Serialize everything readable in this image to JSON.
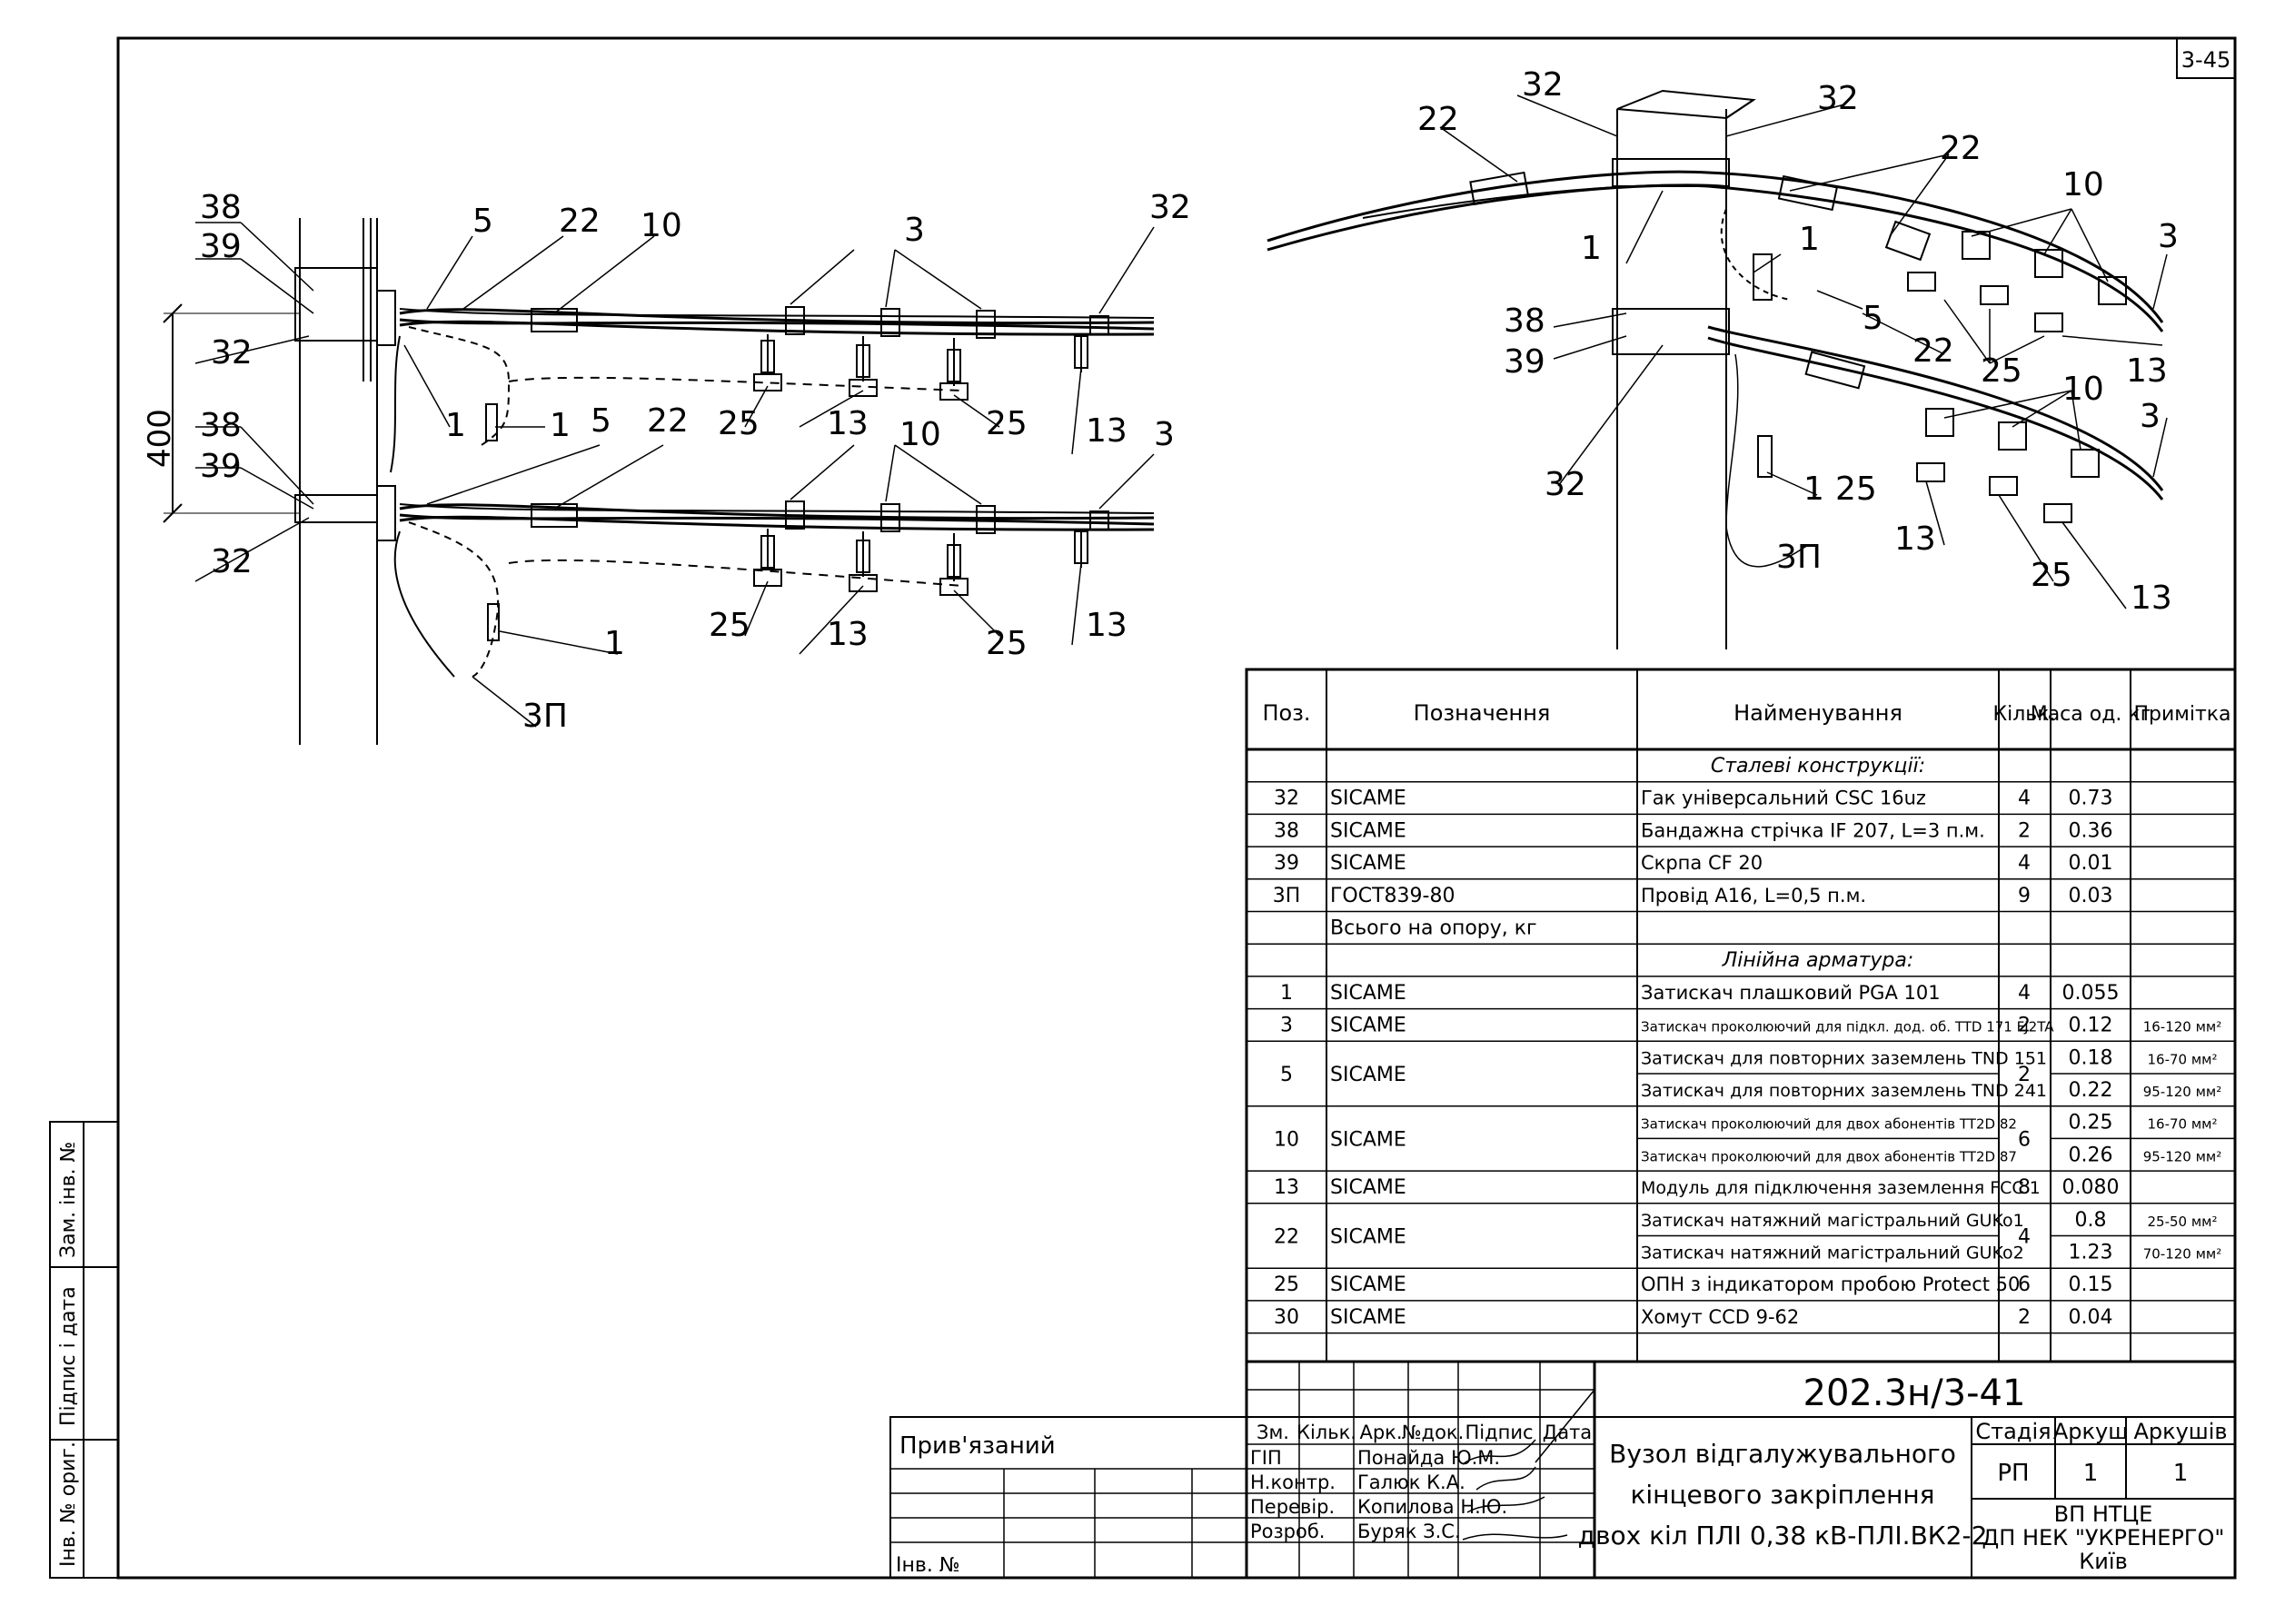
{
  "sheet_number": "3-45",
  "side_labels": [
    "Інв. № ориг.",
    "Підпис і дата",
    "Зам. інв. №"
  ],
  "drawing1": {
    "dimension": "400",
    "labels": [
      "38",
      "39",
      "32",
      "5",
      "22",
      "10",
      "3",
      "32",
      "1",
      "1",
      "25",
      "13",
      "25",
      "13",
      "38",
      "39",
      "5",
      "22",
      "10",
      "3",
      "32",
      "25",
      "13",
      "25",
      "13",
      "1",
      "3П"
    ]
  },
  "drawing2": {
    "labels": [
      "32",
      "32",
      "22",
      "22",
      "10",
      "3",
      "1",
      "1",
      "5",
      "22",
      "38",
      "39",
      "25",
      "13",
      "10",
      "3",
      "32",
      "1",
      "25",
      "13",
      "25",
      "13",
      "3П"
    ]
  },
  "spec_table": {
    "headers": [
      "Поз.",
      "Позначення",
      "Найменування",
      "Кільк.",
      "Маса од. кг",
      "Примітка"
    ],
    "rows": [
      {
        "pos": "",
        "design": "",
        "name": "Сталеві конструкції:",
        "qty": "",
        "mass": "",
        "note": "",
        "section": true
      },
      {
        "pos": "32",
        "design": "SICAME",
        "name": "Гак універсальний CSC 16uz",
        "qty": "4",
        "mass": "0.73",
        "note": ""
      },
      {
        "pos": "38",
        "design": "SICAME",
        "name": "Бандажна стрічка IF 207, L=3 п.м.",
        "qty": "2",
        "mass": "0.36",
        "note": ""
      },
      {
        "pos": "39",
        "design": "SICAME",
        "name": "Скрпа CF 20",
        "qty": "4",
        "mass": "0.01",
        "note": ""
      },
      {
        "pos": "3П",
        "design": "ГОСТ839-80",
        "name": "Провід А16, L=0,5 п.м.",
        "qty": "9",
        "mass": "0.03",
        "note": ""
      },
      {
        "pos": "",
        "design": "Всього на опору, кг",
        "name": "",
        "qty": "",
        "mass": "",
        "note": ""
      },
      {
        "pos": "",
        "design": "",
        "name": "Лінійна арматура:",
        "qty": "",
        "mass": "",
        "note": "",
        "section": true
      },
      {
        "pos": "1",
        "design": "SICAME",
        "name": "Затискач плашковий PGA 101",
        "qty": "4",
        "mass": "0.055",
        "note": ""
      },
      {
        "pos": "3",
        "design": "SICAME",
        "name": "Затискач проколюючий для підкл. дод. об. TTD 171 FJ2TA",
        "qty": "2",
        "mass": "0.12",
        "note": "16-120 мм²"
      },
      {
        "pos": "5",
        "design": "SICAME",
        "name": "Затискач для повторних заземлень TND 151",
        "qty": "2",
        "mass": "0.18",
        "note": "16-70 мм²"
      },
      {
        "pos": "",
        "design": "",
        "name": "Затискач для повторних заземлень TND 241",
        "qty": "",
        "mass": "0.22",
        "note": "95-120 мм²"
      },
      {
        "pos": "10",
        "design": "SICAME",
        "name": "Затискач проколюючий для двох абонентів TT2D 82",
        "qty": "6",
        "mass": "0.25",
        "note": "16-70 мм²"
      },
      {
        "pos": "",
        "design": "",
        "name": "Затискач проколюючий для двох абонентів TT2D 87",
        "qty": "",
        "mass": "0.26",
        "note": "95-120 мм²"
      },
      {
        "pos": "13",
        "design": "SICAME",
        "name": "Модуль для підключення заземлення FCC 1",
        "qty": "8",
        "mass": "0.080",
        "note": ""
      },
      {
        "pos": "22",
        "design": "SICAME",
        "name": "Затискач натяжний магістральний GUKo1",
        "qty": "4",
        "mass": "0.8",
        "note": "25-50 мм²"
      },
      {
        "pos": "",
        "design": "",
        "name": "Затискач натяжний магістральний GUKo2",
        "qty": "",
        "mass": "1.23",
        "note": "70-120 мм²"
      },
      {
        "pos": "25",
        "design": "SICAME",
        "name": "ОПН з індикатором пробою Protect 50",
        "qty": "6",
        "mass": "0.15",
        "note": ""
      },
      {
        "pos": "30",
        "design": "SICAME",
        "name": "Хомут CCD 9-62",
        "qty": "2",
        "mass": "0.04",
        "note": ""
      }
    ]
  },
  "title_block": {
    "doc_code": "202.3н/3-41",
    "attached": "Прив'язаний",
    "inv": "Інв. №",
    "change_headers": [
      "Зм.",
      "Кільк.",
      "Арк.",
      "№док.",
      "Підпис",
      "Дата"
    ],
    "roles": [
      {
        "role": "ГІП",
        "name": "Понайда Ю.М."
      },
      {
        "role": "Н.контр.",
        "name": "Галюк К.А."
      },
      {
        "role": "Перевір.",
        "name": "Копилова Н.Ю."
      },
      {
        "role": "Розроб.",
        "name": "Буряк З.С."
      }
    ],
    "title_lines": [
      "Вузол відгалужувального",
      "кінцевого закріплення",
      "двох кіл ПЛІ 0,38 кВ-ПЛІ.ВК2-2"
    ],
    "stage_header": "Стадія",
    "sheet_header": "Аркуш",
    "sheets_header": "Аркушів",
    "stage": "РП",
    "sheet": "1",
    "sheets": "1",
    "org_lines": [
      "ВП НТЦЕ",
      "ДП НЕК \"УКРЕНЕРГО\"",
      "Київ"
    ]
  }
}
